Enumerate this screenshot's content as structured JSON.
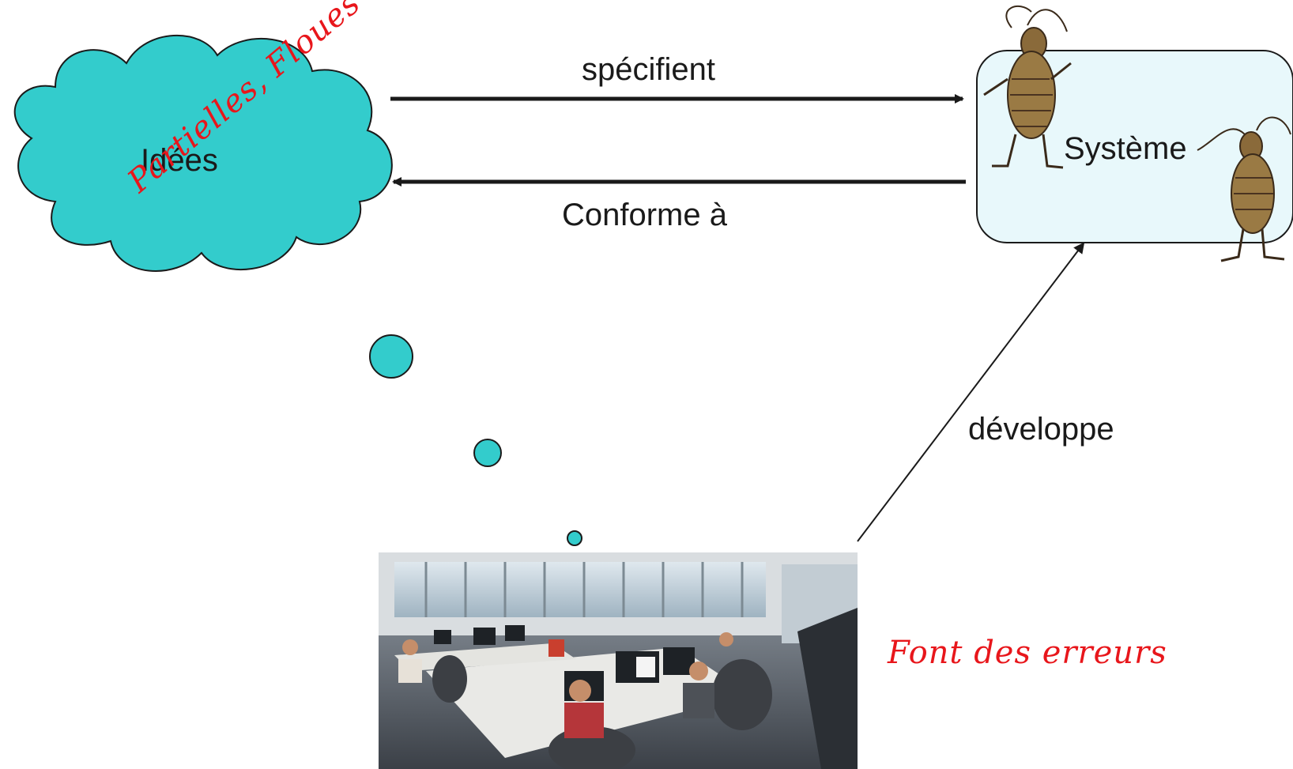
{
  "cloud": {
    "title": "Idées",
    "qualifier": "Partielles, Floues",
    "color": "#33cccc"
  },
  "system": {
    "label": "Système",
    "fill": "#e8f8fb"
  },
  "arrows": {
    "specify": "spécifient",
    "conform": "Conforme à",
    "develop": "développe"
  },
  "photo_caption": "Font des erreurs",
  "colors": {
    "accent_red": "#e8161b",
    "cloud": "#33cccc"
  },
  "icons": [
    "bug-icon",
    "bug-icon",
    "office-photo"
  ]
}
